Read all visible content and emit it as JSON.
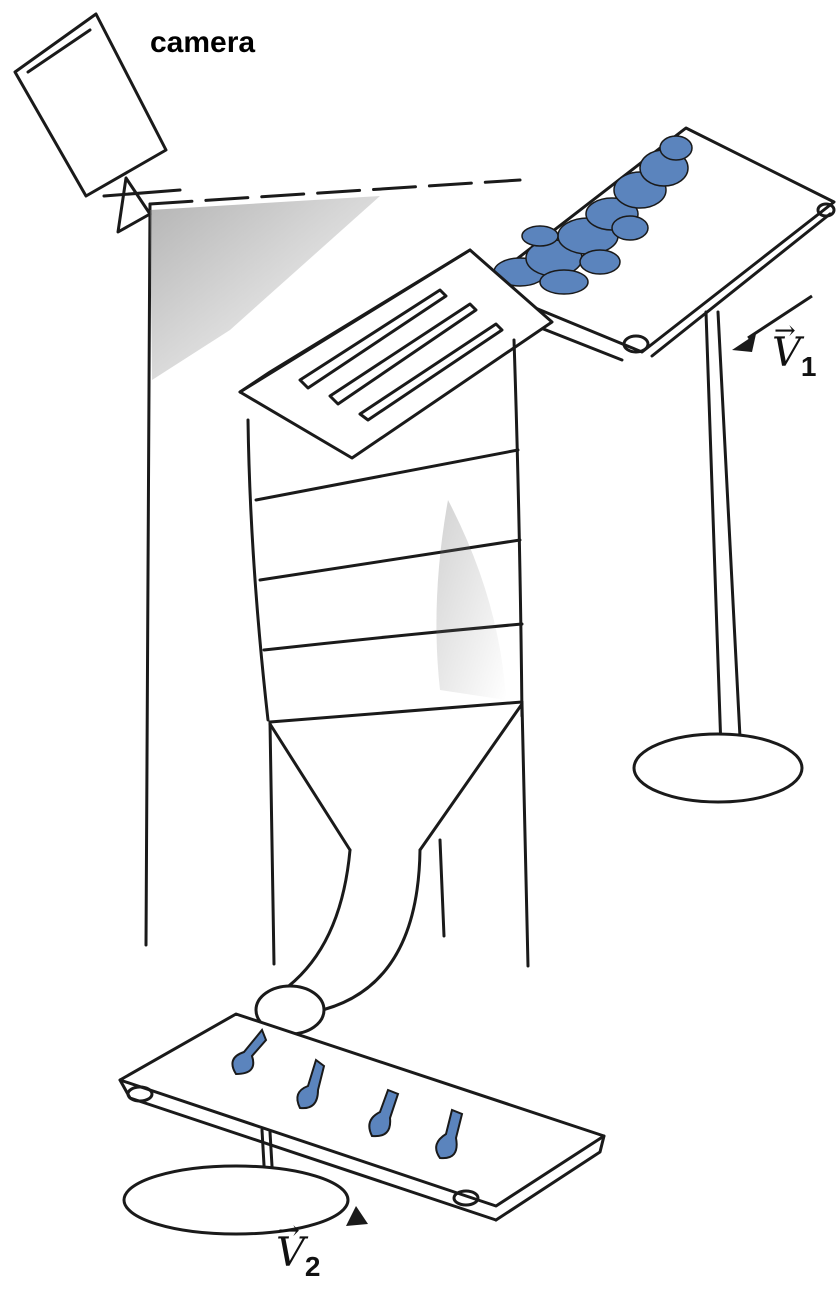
{
  "labels": {
    "camera": "camera",
    "velocity1": {
      "symbol": "V",
      "subscript": "1"
    },
    "velocity2": {
      "symbol": "V",
      "subscript": "2"
    }
  },
  "colors": {
    "ink": "#1a1a1a",
    "fill_blue": "#5b84bd",
    "shade": "#9a9a9a"
  }
}
